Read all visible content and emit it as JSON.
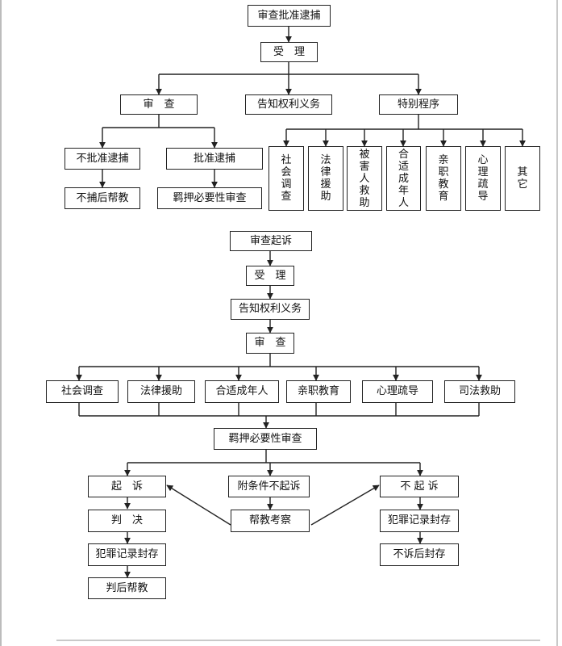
{
  "approval": {
    "title": "审查批准逮捕",
    "accept": "受　理",
    "review": "审　查",
    "inform": "告知权利义务",
    "special": "特别程序",
    "no_arrest": "不批准逮捕",
    "arrest": "批准逮捕",
    "post_help": "不捕后帮教",
    "detention_review": "羁押必要性审查",
    "special_items": [
      "社会调查",
      "法律援助",
      "被害人救助",
      "合适成年人",
      "亲职教育",
      "心理疏导",
      "其它"
    ]
  },
  "prosecution": {
    "title": "审查起诉",
    "accept": "受　理",
    "inform": "告知权利义务",
    "review": "审　查",
    "services": [
      "社会调查",
      "法律援助",
      "合适成年人",
      "亲职教育",
      "心理疏导",
      "司法救助"
    ],
    "detention_review": "羁押必要性审查",
    "prosecute": "起　诉",
    "conditional": "附条件不起诉",
    "no_prosecute": "不 起 诉",
    "judgment": "判　决",
    "record_seal_left": "犯罪记录封存",
    "post_judgment_help": "判后帮教",
    "probation": "帮教考察",
    "record_seal_right": "犯罪记录封存",
    "no_prosecute_seal": "不诉后封存"
  }
}
